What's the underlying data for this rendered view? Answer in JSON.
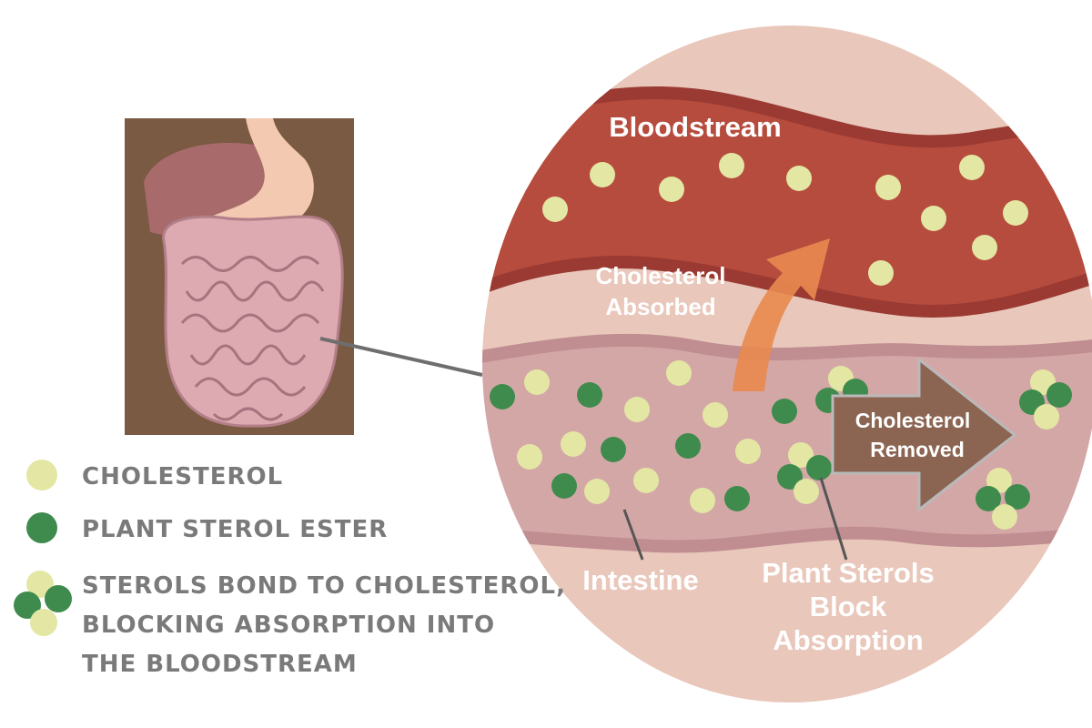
{
  "labels": {
    "bloodstream": "Bloodstream",
    "cholesterol_absorbed": [
      "Cholesterol",
      "Absorbed"
    ],
    "cholesterol_removed": [
      "Cholesterol",
      "Removed"
    ],
    "intestine": "Intestine",
    "plant_sterols_block": [
      "Plant Sterols",
      "Block",
      "Absorption"
    ]
  },
  "legend": {
    "cholesterol": "CHOLESTEROL",
    "plant_sterol_ester": "PLANT STEROL ESTER",
    "bond_lines": [
      "STEROLS BOND TO CHOLESTEROL,",
      "BLOCKING ABSORPTION INTO",
      "THE BLOODSTREAM"
    ]
  },
  "colors": {
    "cholesterol": "#e3e7a3",
    "plant_sterol": "#3f8b4d",
    "blood": "#b64c3e",
    "blood_edge": "#9a3a32",
    "tissue": "#e9c7bb",
    "intestine": "#d4a7a7",
    "intestine_edge": "#c08d91",
    "arrow_absorbed": "#e98a4f",
    "arrow_removed": "#8b6552",
    "torso_bg": "#7a5a42",
    "legend_text": "#7a7a7a"
  },
  "icons": {
    "torso": "digestive-system-illustration",
    "magnifier": "magnified-circle"
  }
}
